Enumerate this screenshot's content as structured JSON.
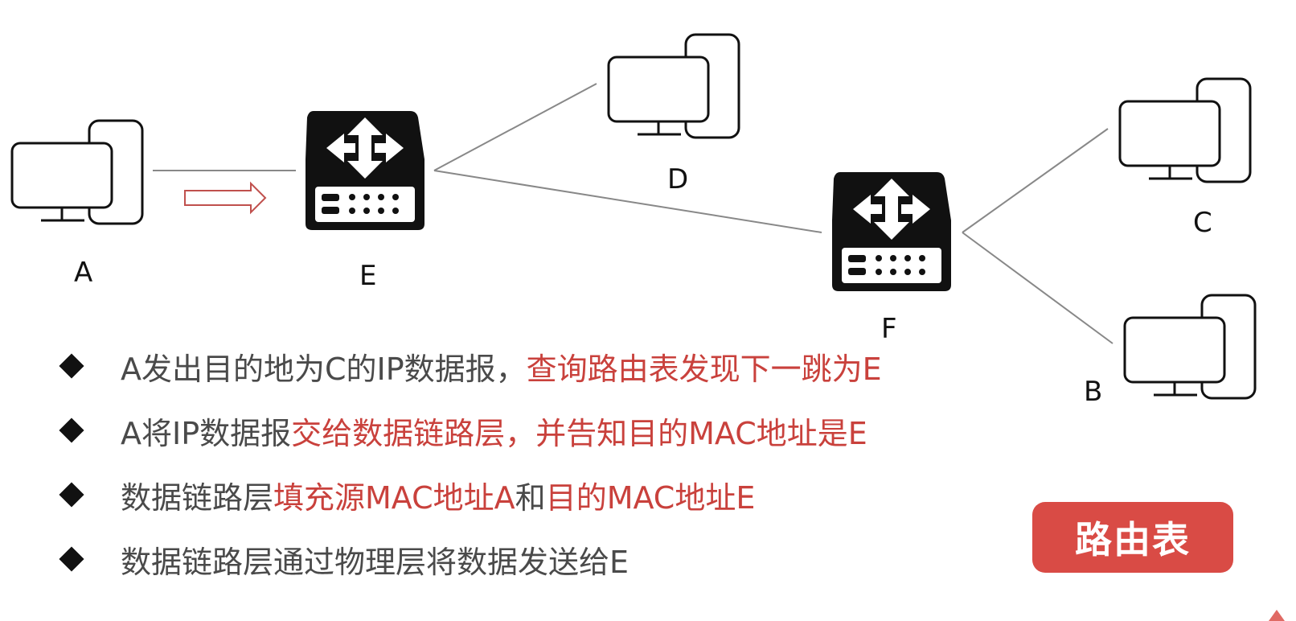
{
  "nodes": {
    "A": "A",
    "E": "E",
    "D": "D",
    "F": "F",
    "C": "C",
    "B": "B"
  },
  "bullets": [
    {
      "plain": "A发出目的地为C的IP数据报，",
      "highlight": "查询路由表发现下一跳为E"
    },
    {
      "plain": "A将IP数据报",
      "highlight": "交给数据链路层，并告知目的MAC地址是E"
    },
    {
      "plain": "数据链路层",
      "highlight": "填充源MAC地址A",
      "plain2": "和",
      "highlight2": "目的MAC地址E"
    },
    {
      "plain": "数据链路层通过物理层将数据发送给E"
    }
  ],
  "route_button": "路由表",
  "colors": {
    "highlight": "#c9413c",
    "button": "#d94b45",
    "text": "#4a4a4a",
    "arrow": "#c0504d"
  }
}
